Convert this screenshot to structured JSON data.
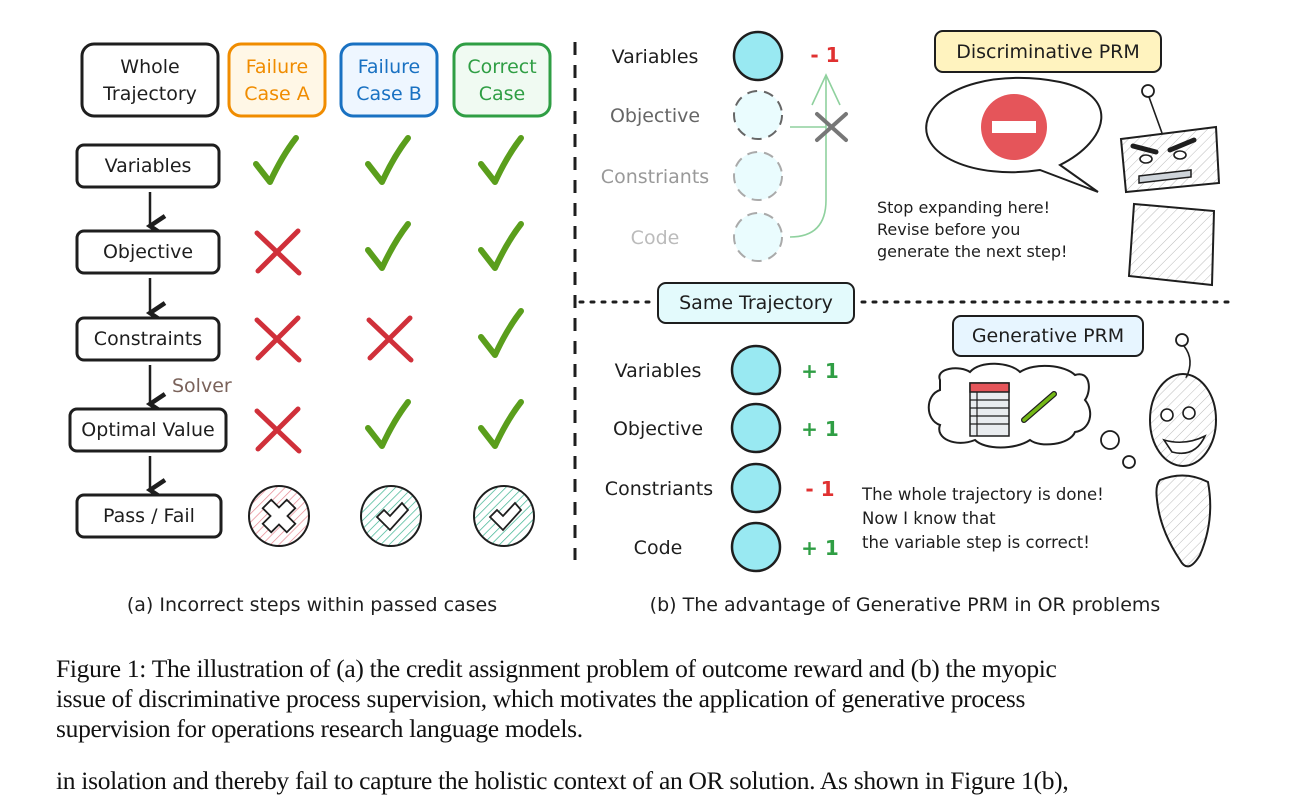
{
  "panel_a": {
    "headers": [
      {
        "id": "whole",
        "line1": "Whole",
        "line2": "Trajectory",
        "color": "#1e1e1e",
        "bg": "#ffffff"
      },
      {
        "id": "failure-a",
        "line1": "Failure",
        "line2": "Case A",
        "color": "#f08c00",
        "bg": "#fff7e6"
      },
      {
        "id": "failure-b",
        "line1": "Failure",
        "line2": "Case B",
        "color": "#1971c2",
        "bg": "#eef6ff"
      },
      {
        "id": "correct",
        "line1": "Correct",
        "line2": "Case",
        "color": "#2f9e44",
        "bg": "#f0faf2"
      }
    ],
    "steps": [
      {
        "label": "Variables",
        "marks": [
          "check",
          "check",
          "check"
        ]
      },
      {
        "label": "Objective",
        "marks": [
          "cross",
          "check",
          "check"
        ]
      },
      {
        "label": "Constraints",
        "marks": [
          "cross",
          "cross",
          "check"
        ]
      },
      {
        "label": "Optimal Value",
        "marks": [
          "cross",
          "check",
          "check"
        ]
      }
    ],
    "arrow_note": "Solver",
    "result": {
      "label": "Pass / Fail",
      "outcomes": [
        "fail",
        "pass",
        "pass"
      ]
    },
    "caption": "(a) Incorrect steps within passed cases"
  },
  "panel_b": {
    "top": {
      "steps": [
        {
          "label": "Variables",
          "state": "done"
        },
        {
          "label": "Objective",
          "state": "pending"
        },
        {
          "label": "Constriants",
          "state": "pending"
        },
        {
          "label": "Code",
          "state": "pending"
        }
      ],
      "score": "- 1",
      "title": "Discriminative PRM",
      "speech": [
        "Stop expanding here!",
        "Revise before you",
        "generate the next step!"
      ]
    },
    "divider_label": "Same Trajectory",
    "bottom": {
      "steps": [
        {
          "label": "Variables",
          "score": "+ 1",
          "sign": "pos"
        },
        {
          "label": "Objective",
          "score": "+ 1",
          "sign": "pos"
        },
        {
          "label": "Constriants",
          "score": "- 1",
          "sign": "neg"
        },
        {
          "label": "Code",
          "score": "+ 1",
          "sign": "pos"
        }
      ],
      "title": "Generative PRM",
      "thought": [
        "The whole trajectory is done!",
        "Now I know that",
        "the variable step is correct!"
      ]
    },
    "caption": "(b) The advantage of Generative PRM in OR problems"
  },
  "colors": {
    "check": "#5a9e1c",
    "cross": "#d0303a",
    "pos": "#2f9e44",
    "neg": "#e03131",
    "node": "#99e9f2",
    "node_light": "#eafcfe",
    "label_box": "#e3fafc",
    "disc_box": "#fff3bf",
    "gen_box": "#e7f5ff"
  },
  "figure_caption": {
    "lines": [
      "Figure 1: The illustration of (a) the credit assignment problem of outcome reward and (b) the myopic",
      "issue of discriminative process supervision, which motivates the application of generative process",
      "supervision for operations research language models."
    ],
    "body_line": "in isolation and thereby fail to capture the holistic context of an OR solution. As shown in Figure 1(b),"
  }
}
